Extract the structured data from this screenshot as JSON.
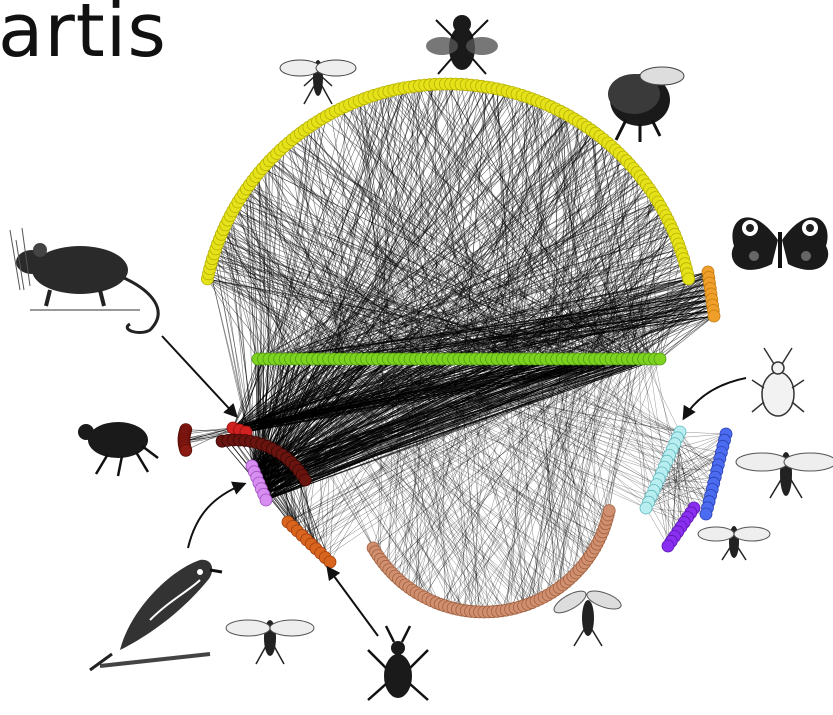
{
  "title": "artis",
  "node_groups": [
    {
      "name": "yellow-arc",
      "color": "#e6e21a",
      "stroke": "#b5b000"
    },
    {
      "name": "orange-arc",
      "color": "#f0a02a",
      "stroke": "#c07a10"
    },
    {
      "name": "green-line",
      "color": "#7ed321",
      "stroke": "#4f9a10"
    },
    {
      "name": "red-small",
      "color": "#d02020",
      "stroke": "#901010"
    },
    {
      "name": "darkred-arc",
      "color": "#8b1a12",
      "stroke": "#5a0d08"
    },
    {
      "name": "violet-arc",
      "color": "#d88ef0",
      "stroke": "#a050c0"
    },
    {
      "name": "cyan-arc",
      "color": "#b8eef0",
      "stroke": "#60b8c0"
    },
    {
      "name": "blue-arc",
      "color": "#4b6cf0",
      "stroke": "#2a40b0"
    },
    {
      "name": "purple-arc",
      "color": "#8a2ef0",
      "stroke": "#5a18b0"
    },
    {
      "name": "brown-arc",
      "color": "#d09070",
      "stroke": "#a06040"
    },
    {
      "name": "orangered-arc",
      "color": "#d8641e",
      "stroke": "#a04010"
    },
    {
      "name": "maroon-arc",
      "color": "#6a1410",
      "stroke": "#3a0806"
    }
  ],
  "animal_icons": [
    "sawfly-icon",
    "housefly-icon",
    "bumblebee-icon",
    "butterfly-icon",
    "mouse-icon",
    "flea-icon",
    "aphid-icon",
    "wasp-icon",
    "small-wasp-icon",
    "bird-icon",
    "parasitoid-icon",
    "weevil-icon",
    "tiny-wasp-icon"
  ]
}
